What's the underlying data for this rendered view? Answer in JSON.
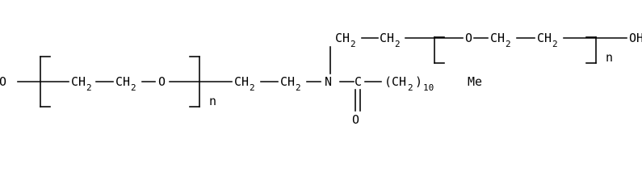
{
  "structure": {
    "labels": {
      "ho_left": "HO",
      "ch2_a": "CH",
      "ch2_a_sub": "2",
      "ch2_b": "CH",
      "ch2_b_sub": "2",
      "o_left": "O",
      "n_left": "n",
      "ch2_c": "CH",
      "ch2_c_sub": "2",
      "ch2_d": "CH",
      "ch2_d_sub": "2",
      "n_atom": "N",
      "c_carbonyl": "C",
      "ch2_chain": "(CH",
      "ch2_chain_sub": "2",
      "ch2_chain_close": ")",
      "chain_count": "10",
      "me": "Me",
      "o_carbonyl": "O",
      "ch2_e": "CH",
      "ch2_e_sub": "2",
      "ch2_f": "CH",
      "ch2_f_sub": "2",
      "o_right": "O",
      "ch2_g": "CH",
      "ch2_g_sub": "2",
      "ch2_h": "CH",
      "ch2_h_sub": "2",
      "n_right": "n",
      "oh_right": "OH"
    }
  }
}
